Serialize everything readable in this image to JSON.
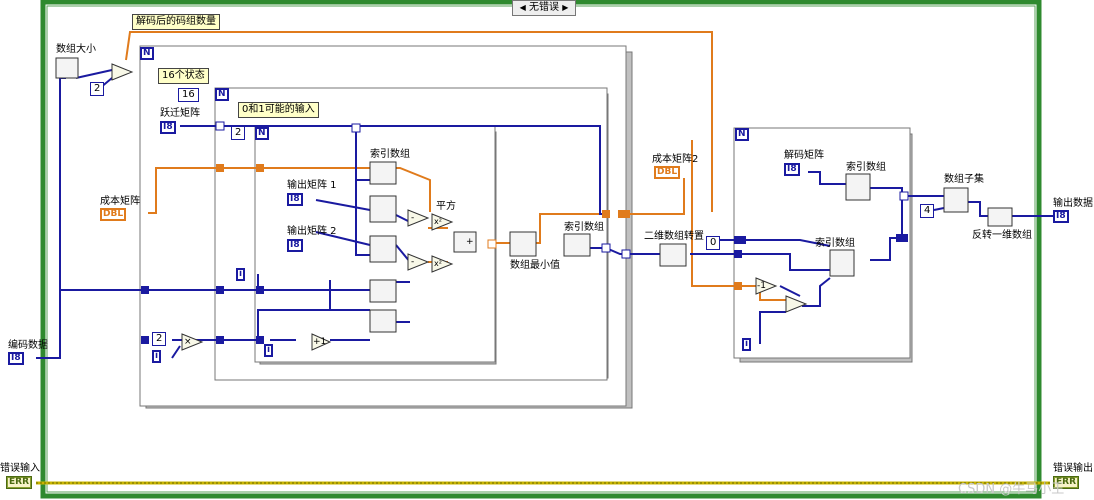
{
  "case_selector": {
    "value": "无错误",
    "prev_arrow": "◀",
    "next_arrow": "▶"
  },
  "labels": {
    "decoded_count": "解码后的码组数量",
    "array_size": "数组大小",
    "states16": "16个状态",
    "transition_matrix": "跃迁矩阵",
    "possible_inputs": "0和1可能的输入",
    "cost_matrix": "成本矩阵",
    "index_array_1": "索引数组",
    "output_matrix_1": "输出矩阵 1",
    "output_matrix_2": "输出矩阵 2",
    "square": "平方",
    "array_min": "数组最小值",
    "index_array_2": "索引数组",
    "cost_matrix_2": "成本矩阵2",
    "transpose_2d": "二维数组转置",
    "decode_matrix": "解码矩阵",
    "index_array_3": "索引数组",
    "index_array_4": "索引数组",
    "array_subset": "数组子集",
    "reverse_1d": "反转一维数组",
    "output_data": "输出数据",
    "encoded_data": "编码数据",
    "error_in": "错误输入",
    "error_out": "错误输出"
  },
  "constants": {
    "c2_top": "2",
    "c16": "16",
    "c2_inner": "2",
    "c2_mult": "2",
    "c0": "0",
    "c4": "4"
  },
  "loop_letters": {
    "n": "N",
    "i": "i"
  },
  "types": {
    "i8": "I8",
    "dbl": "DBL",
    "err": "ERR"
  },
  "ops": {
    "minus": "-",
    "plus": "+",
    "times": "×",
    "inc": "+1",
    "dec": "-1",
    "sq": "x²"
  },
  "watermark": "CSDN @牛马小王",
  "colors": {
    "int_wire": "#1a1aa0",
    "dbl_wire": "#e07b1c",
    "err_wire": "#c8b400",
    "frame": "#2f8a2f"
  }
}
